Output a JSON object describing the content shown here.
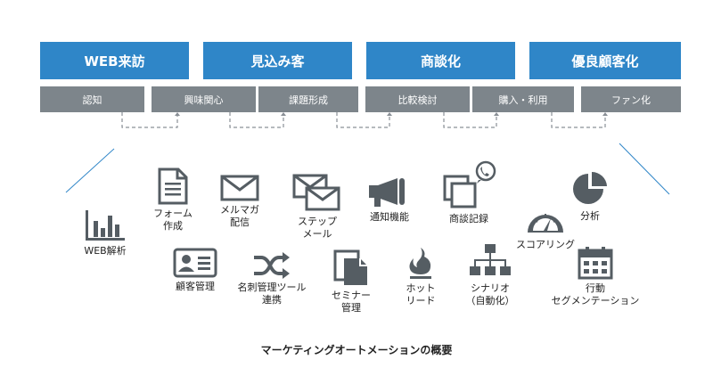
{
  "stages": [
    {
      "label": "WEB来訪"
    },
    {
      "label": "見込み客"
    },
    {
      "label": "商談化"
    },
    {
      "label": "優良顧客化"
    }
  ],
  "substages": [
    {
      "label": "認知"
    },
    {
      "label": "興味関心"
    },
    {
      "label": "課題形成"
    },
    {
      "label": "比較検討"
    },
    {
      "label": "購入・利用"
    },
    {
      "label": "ファン化"
    }
  ],
  "tools": [
    {
      "label": "WEB解析",
      "icon": "bar-chart-icon"
    },
    {
      "label": "フォーム\n作成",
      "icon": "document-icon"
    },
    {
      "label": "メルマガ\n配信",
      "icon": "envelope-icon"
    },
    {
      "label": "ステップ\nメール",
      "icon": "multi-envelope-icon"
    },
    {
      "label": "通知機能",
      "icon": "megaphone-icon"
    },
    {
      "label": "商談記録",
      "icon": "phone-bubble-icon"
    },
    {
      "label": "分析",
      "icon": "pie-chart-icon"
    },
    {
      "label": "顧客管理",
      "icon": "id-card-icon"
    },
    {
      "label": "名刺管理ツール\n連携",
      "icon": "shuffle-icon"
    },
    {
      "label": "セミナー\n管理",
      "icon": "documents-icon"
    },
    {
      "label": "ホット\nリード",
      "icon": "flame-icon"
    },
    {
      "label": "シナリオ\n（自動化）",
      "icon": "flowchart-icon"
    },
    {
      "label": "スコアリング",
      "icon": "gauge-icon"
    },
    {
      "label": "行動\nセグメンテーション",
      "icon": "calendar-icon"
    }
  ],
  "caption": "マーケティングオートメーションの概要",
  "colors": {
    "stage": "#2f86c8",
    "substage": "#7d858b",
    "icon": "#555d63",
    "accent_line": "#2f86c8"
  }
}
